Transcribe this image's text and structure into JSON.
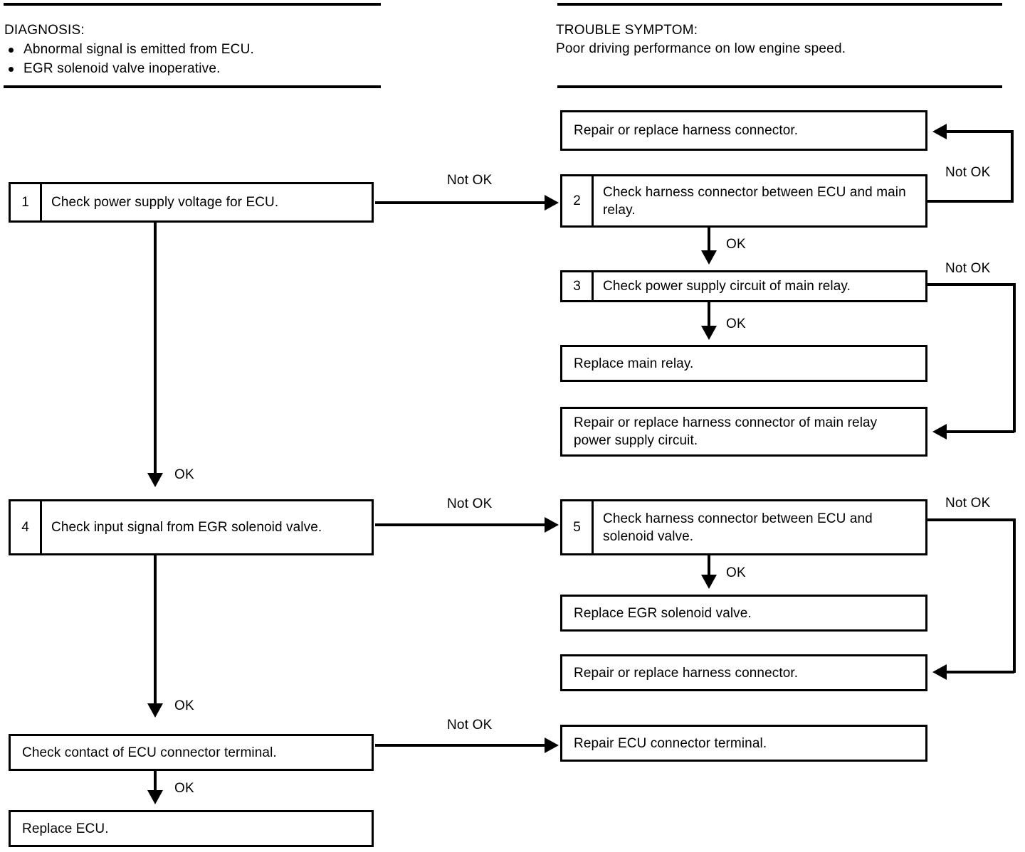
{
  "document": {
    "type": "automotive-diagnostic-flowchart"
  },
  "header": {
    "left": {
      "title": "DIAGNOSIS:",
      "bullets": [
        "Abnormal signal is emitted from ECU.",
        "EGR solenoid valve inoperative."
      ]
    },
    "right": {
      "title": "TROUBLE SYMPTOM:",
      "text": "Poor driving performance on low engine speed."
    }
  },
  "labels": {
    "ok": "OK",
    "not_ok": "Not OK"
  },
  "boxes": {
    "step1": {
      "number": "1",
      "text": "Check power supply voltage for ECU."
    },
    "step2": {
      "number": "2",
      "text": "Check harness connector between ECU and main relay."
    },
    "step3": {
      "number": "3",
      "text": "Check power supply circuit of main relay."
    },
    "step4": {
      "number": "4",
      "text": "Check input signal from EGR solenoid valve."
    },
    "step5": {
      "number": "5",
      "text": "Check harness connector between ECU and solenoid valve."
    },
    "repair_harness_1": {
      "text": "Repair or replace harness connector."
    },
    "replace_main_relay": {
      "text": "Replace main relay."
    },
    "repair_main_relay_circuit": {
      "text": "Repair or replace harness connector of main relay power supply circuit."
    },
    "replace_egr_valve": {
      "text": "Replace EGR solenoid valve."
    },
    "repair_harness_2": {
      "text": "Repair or replace harness connector."
    },
    "check_ecu_contact": {
      "text": "Check contact of ECU connector terminal."
    },
    "replace_ecu": {
      "text": "Replace ECU."
    },
    "repair_ecu_terminal": {
      "text": "Repair ECU connector terminal."
    }
  },
  "edge_labels": {
    "e1_notok": "Not OK",
    "e2_notok": "Not OK",
    "e2_ok": "OK",
    "e3_notok": "Not OK",
    "e3_ok": "OK",
    "e1_ok": "OK",
    "e4_notok": "Not OK",
    "e5_notok": "Not OK",
    "e5_ok": "OK",
    "e4_ok": "OK",
    "e6_notok": "Not OK",
    "e6_ok": "OK"
  },
  "colors": {
    "ink": "#000000",
    "paper": "#ffffff"
  }
}
